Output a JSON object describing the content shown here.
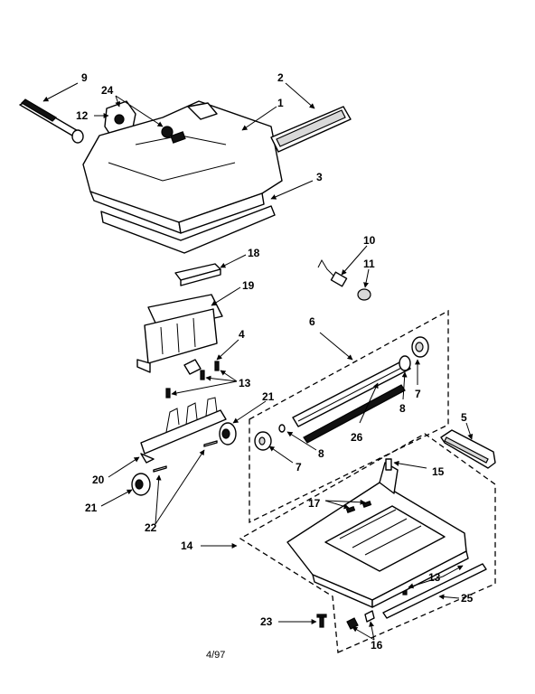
{
  "labels": {
    "p1": "1",
    "p2": "2",
    "p3": "3",
    "p4": "4",
    "p5": "5",
    "p6": "6",
    "p7a": "7",
    "p7b": "7",
    "p8a": "8",
    "p8b": "8",
    "p9": "9",
    "p10": "10",
    "p11": "11",
    "p12": "12",
    "p13a": "13",
    "p13b": "13",
    "p14": "14",
    "p15": "15",
    "p16": "16",
    "p17": "17",
    "p18": "18",
    "p19": "19",
    "p20": "20",
    "p21a": "21",
    "p21b": "21",
    "p22": "22",
    "p23": "23",
    "p24": "24",
    "p25": "25",
    "p26": "26"
  },
  "footer": {
    "date_code": "4/97"
  }
}
